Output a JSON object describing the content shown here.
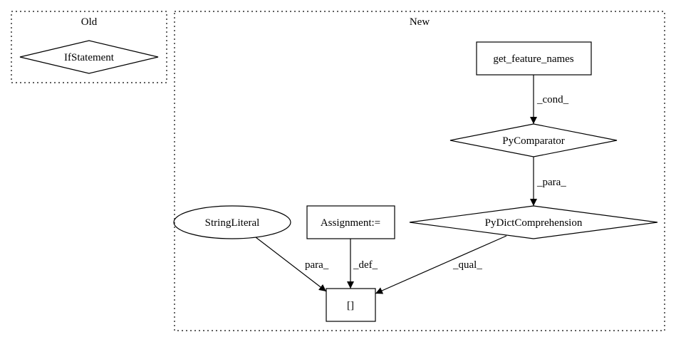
{
  "clusters": {
    "old": {
      "label": "Old"
    },
    "new": {
      "label": "New"
    }
  },
  "nodes": {
    "if_statement": {
      "label": "IfStatement",
      "shape": "diamond"
    },
    "get_feature_names": {
      "label": "get_feature_names",
      "shape": "box"
    },
    "py_comparator": {
      "label": "PyComparator",
      "shape": "diamond"
    },
    "py_dict_comprehension": {
      "label": "PyDictComprehension",
      "shape": "diamond"
    },
    "string_literal": {
      "label": "StringLiteral",
      "shape": "ellipse"
    },
    "assignment": {
      "label": "Assignment:=",
      "shape": "box"
    },
    "subscript": {
      "label": "[]",
      "shape": "box"
    }
  },
  "edges": {
    "cond": {
      "label": "_cond_",
      "from": "get_feature_names",
      "to": "py_comparator"
    },
    "para_comp": {
      "label": "_para_",
      "from": "py_comparator",
      "to": "py_dict_comprehension"
    },
    "para_str": {
      "label": "para_",
      "from": "string_literal",
      "to": "subscript"
    },
    "def": {
      "label": "_def_",
      "from": "assignment",
      "to": "subscript"
    },
    "qual": {
      "label": "_qual_",
      "from": "py_dict_comprehension",
      "to": "subscript"
    }
  },
  "colors": {
    "stroke": "#000000",
    "background": "#ffffff"
  }
}
